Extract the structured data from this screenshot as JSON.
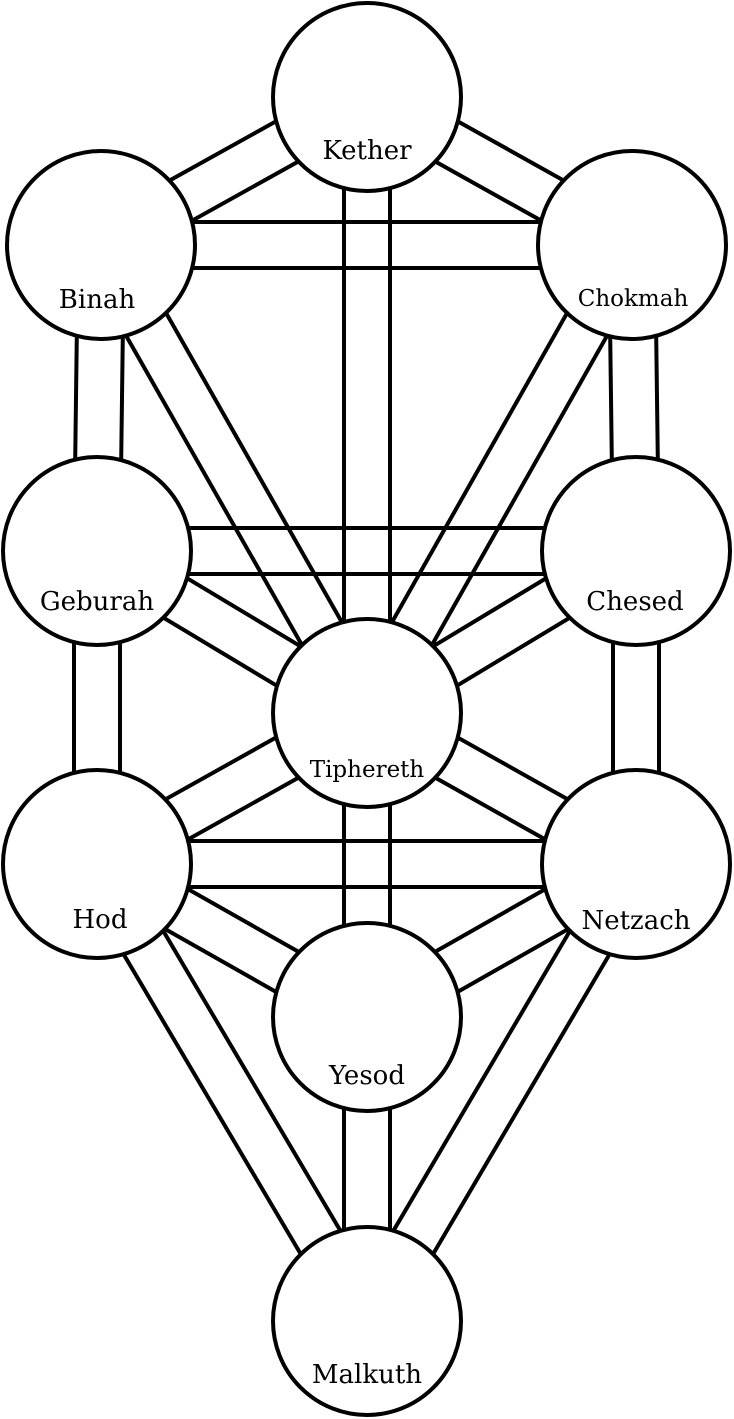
{
  "diagram": {
    "nodes": [
      {
        "id": "kether",
        "label": "Kether"
      },
      {
        "id": "chokmah",
        "label": "Chokmah"
      },
      {
        "id": "binah",
        "label": "Binah"
      },
      {
        "id": "chesed",
        "label": "Chesed"
      },
      {
        "id": "geburah",
        "label": "Geburah"
      },
      {
        "id": "tiphereth",
        "label": "Tiphereth"
      },
      {
        "id": "netzach",
        "label": "Netzach"
      },
      {
        "id": "hod",
        "label": "Hod"
      },
      {
        "id": "yesod",
        "label": "Yesod"
      },
      {
        "id": "malkuth",
        "label": "Malkuth"
      }
    ],
    "edges": [
      [
        "kether",
        "chokmah"
      ],
      [
        "kether",
        "binah"
      ],
      [
        "kether",
        "tiphereth"
      ],
      [
        "chokmah",
        "binah"
      ],
      [
        "chokmah",
        "tiphereth"
      ],
      [
        "chokmah",
        "chesed"
      ],
      [
        "binah",
        "tiphereth"
      ],
      [
        "binah",
        "geburah"
      ],
      [
        "chesed",
        "geburah"
      ],
      [
        "chesed",
        "tiphereth"
      ],
      [
        "chesed",
        "netzach"
      ],
      [
        "geburah",
        "tiphereth"
      ],
      [
        "geburah",
        "hod"
      ],
      [
        "tiphereth",
        "netzach"
      ],
      [
        "tiphereth",
        "hod"
      ],
      [
        "tiphereth",
        "yesod"
      ],
      [
        "netzach",
        "hod"
      ],
      [
        "netzach",
        "yesod"
      ],
      [
        "netzach",
        "malkuth"
      ],
      [
        "hod",
        "yesod"
      ],
      [
        "hod",
        "malkuth"
      ],
      [
        "yesod",
        "malkuth"
      ]
    ]
  }
}
